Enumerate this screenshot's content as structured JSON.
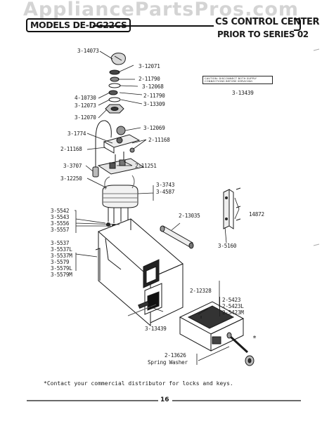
{
  "watermark": "AppliancePartsPros.com",
  "header": {
    "models": "MODELS DE-DG22CS",
    "section": "CS CONTROL CENTER",
    "series": "PRIOR TO SERIES 02"
  },
  "caution_label": "CAUTION: DISCONNECT BOTH SUPPLY CONNECTIONS BEFORE SERVICING",
  "parts": {
    "p3_14073": "3-14073",
    "p3_12071": "3-12071",
    "p2_11790a": "2-11790",
    "p3_12068": "3-12068",
    "p4_10730": "4-10730",
    "p2_11790b": "2-11790",
    "p3_12073": "3-12073",
    "p3_13309": "3-13309",
    "p3_12070": "3-12070",
    "p3_12069": "3-12069",
    "p3_1774": "3-1774",
    "p2_11168a": "2-11168",
    "p2_11168b": "2-11168",
    "p3_3707": "3-3707",
    "p2_11251": "2-11251",
    "p3_12250": "3-12250",
    "p3_3743": "3-3743",
    "p3_4587": "3-4587",
    "p3_13439a": "3-13439",
    "p3_5542": "3-5542",
    "p3_5543": "3-5543",
    "p3_5556": "3-5556",
    "p3_5557": "3-5557",
    "p2_13035": "2-13035",
    "p14872": "14872",
    "p3_5160": "3-5160",
    "p3_5537": "3-5537",
    "p3_5537L": "3-5537L",
    "p3_5537M": "3-5537M",
    "p3_5579": "3-5579",
    "p3_5579L": "3-5579L",
    "p3_5579M": "3-5579M",
    "p2_12328": "2-12328",
    "p2_5423": "2-5423",
    "p2_5423L": "2-5423L",
    "p2_5423M": "2-5423M",
    "p3_13439b": "3-13439",
    "p2_13626": "2-13626",
    "spring_washer": "Spring Washer",
    "asterisk": "*"
  },
  "footnote": "*Contact your commercial distributor for locks and keys.",
  "page_number": "16"
}
